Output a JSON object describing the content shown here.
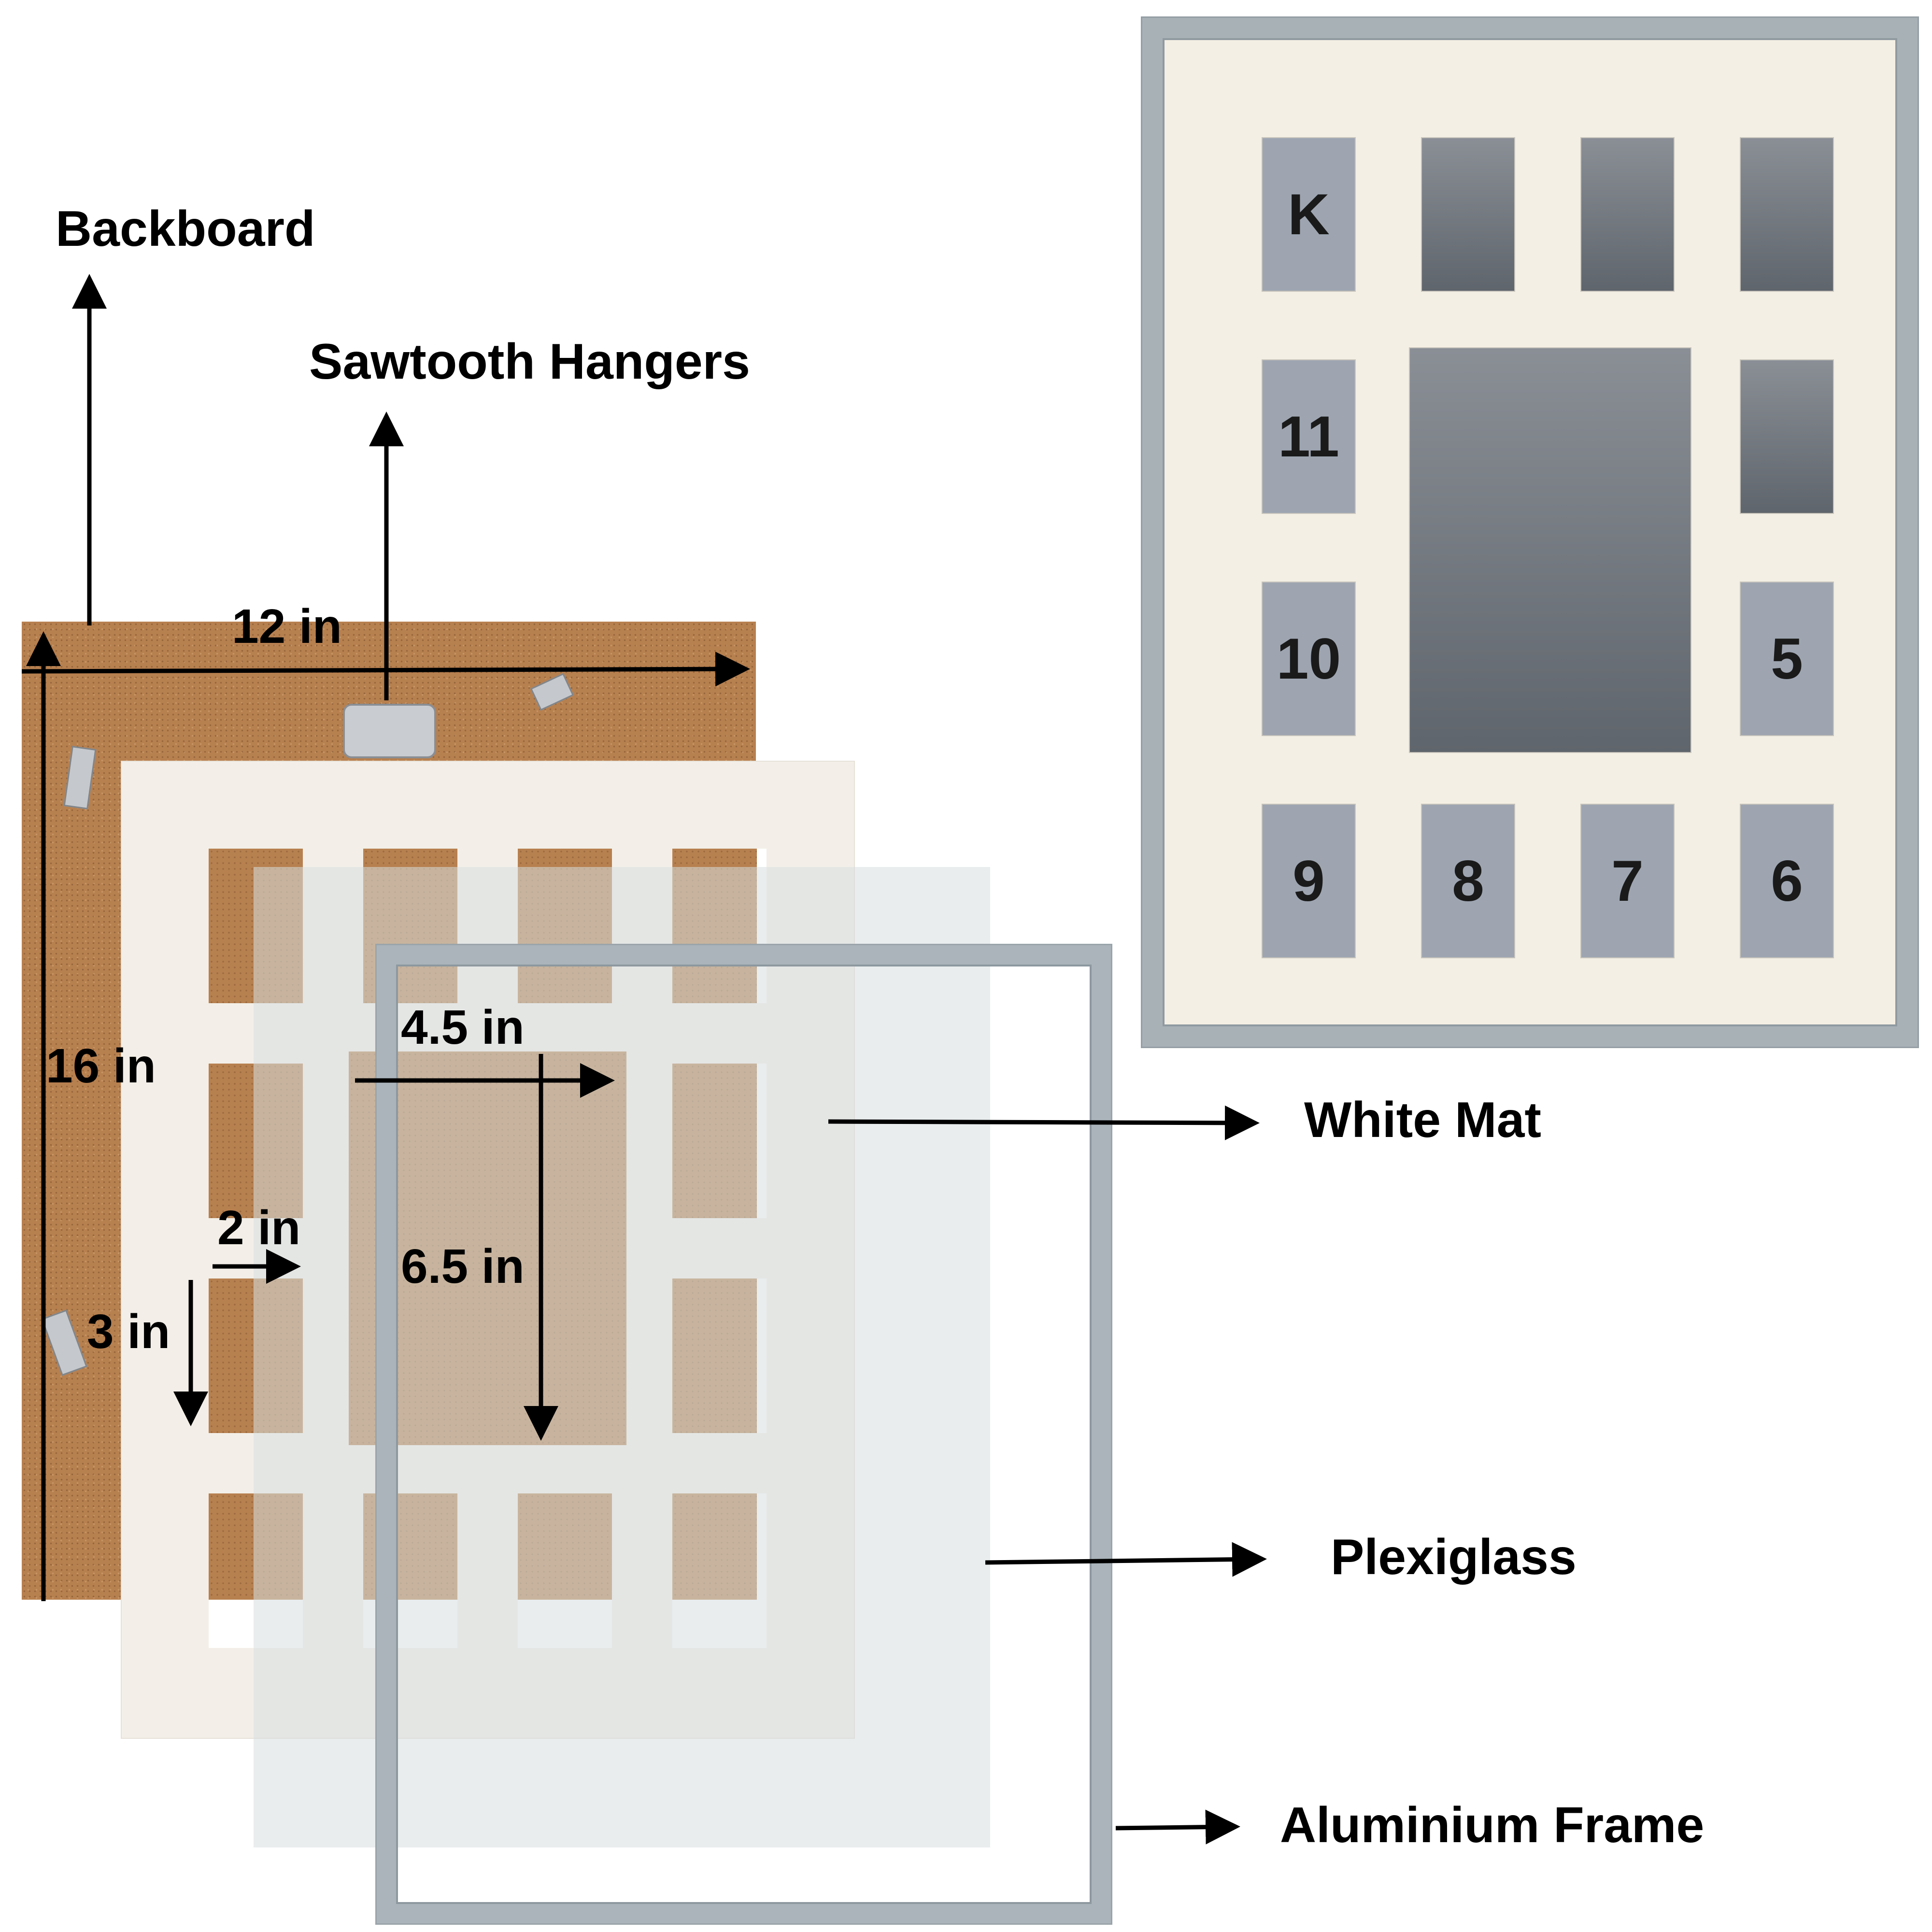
{
  "labels": {
    "backboard": "Backboard",
    "sawtooth_hangers": "Sawtooth Hangers",
    "white_mat": "White Mat",
    "plexiglass": "Plexiglass",
    "aluminium_frame": "Aluminium Frame"
  },
  "dimensions": {
    "width": "12 in",
    "height": "16 in",
    "center_width": "4.5 in",
    "center_height": "6.5 in",
    "small_width": "2 in",
    "small_height": "3 in"
  },
  "assembled": {
    "slots": [
      "K",
      "11",
      "10",
      "5",
      "9",
      "8",
      "7",
      "6"
    ]
  },
  "colors": {
    "backboard": "#b7804f",
    "mat": "#f3efe8",
    "frame": "#a7b1b6",
    "slot": "#9ea5b1"
  }
}
